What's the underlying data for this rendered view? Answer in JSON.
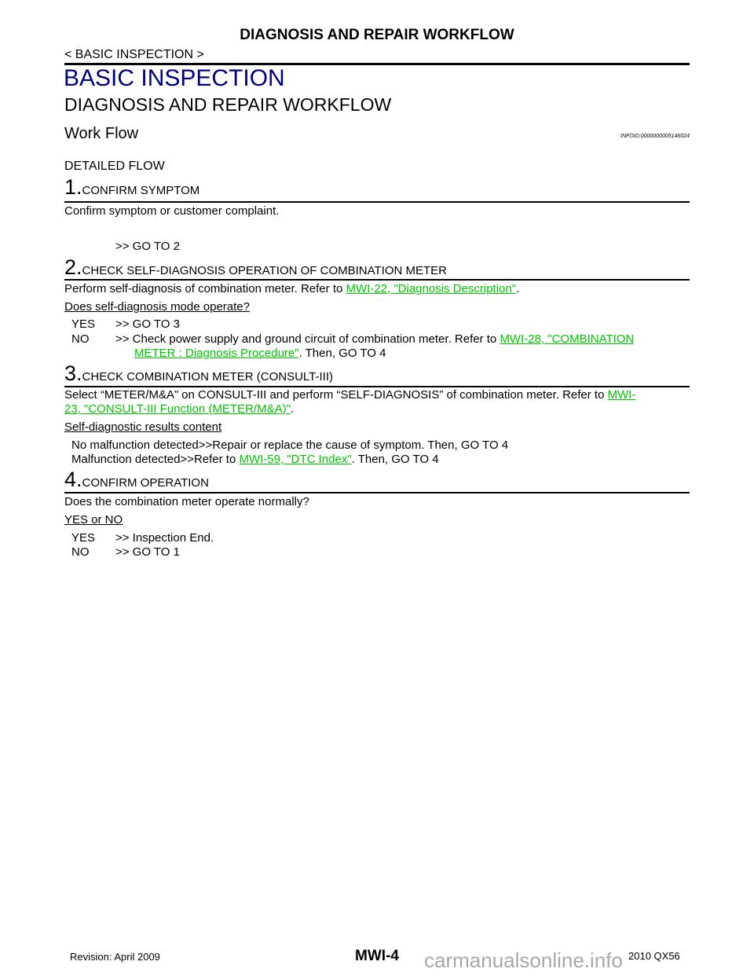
{
  "header": {
    "title": "DIAGNOSIS AND REPAIR WORKFLOW",
    "breadcrumb": "< BASIC INSPECTION >"
  },
  "section_title": "BASIC INSPECTION",
  "subtitle": "DIAGNOSIS AND REPAIR WORKFLOW",
  "work_flow": {
    "title": "Work Flow",
    "infoid": "INFOID:0000000005146024"
  },
  "detailed_flow": "DETAILED FLOW",
  "steps": [
    {
      "num": "1.",
      "title": "CONFIRM SYMPTOM",
      "text": "Confirm symptom or customer complaint.",
      "goto": ">> GO TO 2"
    },
    {
      "num": "2.",
      "title": "CHECK SELF-DIAGNOSIS OPERATION OF COMBINATION METER",
      "text_pre": "Perform self-diagnosis of combination meter. Refer to ",
      "link": "MWI-22, \"Diagnosis Description\"",
      "text_post": ".",
      "question": "Does self-diagnosis mode operate?",
      "yes_label": "YES",
      "yes_action": ">> GO TO 3",
      "no_label": "NO",
      "no_action_pre": ">> Check power supply and ground circuit of combination meter. Refer to ",
      "no_link_1": "MWI-28, \"COMBINATION",
      "no_link_2": "METER : Diagnosis Procedure\"",
      "no_action_post": ". Then, GO TO 4"
    },
    {
      "num": "3.",
      "title": "CHECK COMBINATION METER (CONSULT-III)",
      "text_pre": "Select “METER/M&A” on CONSULT-III and perform “SELF-DIAGNOSIS” of combination meter. Refer to ",
      "link_1": "MWI-",
      "link_2": "23, \"CONSULT-III Function (METER/M&A)\"",
      "text_post": ".",
      "question": "Self-diagnostic results content",
      "r1": "No malfunction detected>>Repair or replace the cause of symptom. Then, GO TO 4",
      "r2_pre": "Malfunction detected>>Refer to ",
      "r2_link": "MWI-59, \"DTC Index\"",
      "r2_post": ". Then, GO TO 4"
    },
    {
      "num": "4.",
      "title": "CONFIRM OPERATION",
      "text": "Does the combination meter operate normally?",
      "question": "YES or NO",
      "yes_label": "YES",
      "yes_action": ">> Inspection End.",
      "no_label": "NO",
      "no_action": ">> GO TO 1"
    }
  ],
  "footer": {
    "revision": "Revision: April 2009",
    "page": "MWI-4",
    "model": "2010 QX56",
    "watermark": "carmanualsonline.info"
  },
  "colors": {
    "section": "#000080",
    "link": "#00c800"
  }
}
